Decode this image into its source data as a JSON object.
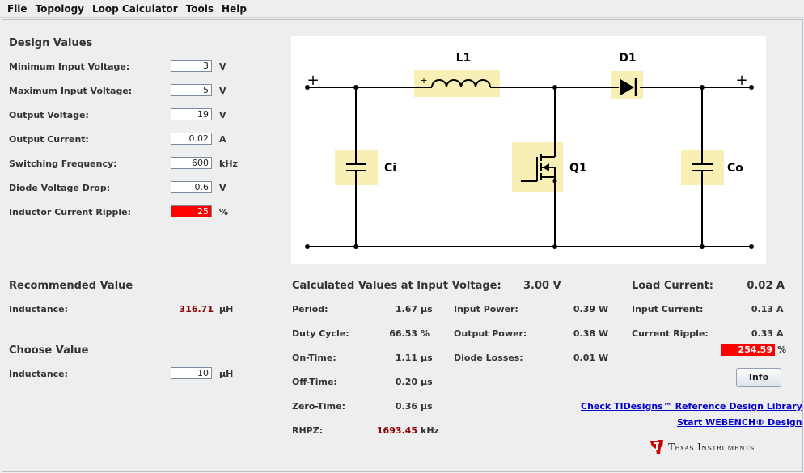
{
  "menu": [
    "File",
    "Topology",
    "Loop Calculator",
    "Tools",
    "Help"
  ],
  "design": {
    "title": "Design Values",
    "rows": [
      {
        "label": "Minimum Input Voltage:",
        "value": "3",
        "unit": "V",
        "error": false
      },
      {
        "label": "Maximum Input Voltage:",
        "value": "5",
        "unit": "V",
        "error": false
      },
      {
        "label": "Output Voltage:",
        "value": "19",
        "unit": "V",
        "error": false
      },
      {
        "label": "Output Current:",
        "value": "0.02",
        "unit": "A",
        "error": false
      },
      {
        "label": "Switching Frequency:",
        "value": "600",
        "unit": "kHz",
        "error": false
      },
      {
        "label": "Diode Voltage Drop:",
        "value": "0.6",
        "unit": "V",
        "error": false
      },
      {
        "label": "Inductor Current Ripple:",
        "value": "25",
        "unit": "%",
        "error": true
      }
    ]
  },
  "recommended": {
    "title": "Recommended Value",
    "label": "Inductance:",
    "value": "316.71",
    "unit": "µH"
  },
  "choose": {
    "title": "Choose Value",
    "label": "Inductance:",
    "value": "10",
    "unit": "µH"
  },
  "schematic": {
    "l1": "L1",
    "d1": "D1",
    "ci": "Ci",
    "q1": "Q1",
    "co": "Co",
    "plus": "+",
    "l1_plus": "+"
  },
  "calc": {
    "title": "Calculated Values at Input Voltage:",
    "input_voltage": "3.00 V",
    "col1": [
      {
        "label": "Period:",
        "value": "1.67",
        "unit": "µs",
        "red": false
      },
      {
        "label": "Duty Cycle:",
        "value": "66.53",
        "unit": "%",
        "red": false
      },
      {
        "label": "On-Time:",
        "value": "1.11",
        "unit": "µs",
        "red": false
      },
      {
        "label": "Off-Time:",
        "value": "0.20",
        "unit": "µs",
        "red": false
      },
      {
        "label": "Zero-Time:",
        "value": "0.36",
        "unit": "µs",
        "red": false
      },
      {
        "label": "RHPZ:",
        "value": "1693.45",
        "unit": "kHz",
        "red": true
      }
    ],
    "col2": [
      {
        "label": "Input Power:",
        "value": "0.39",
        "unit": "W"
      },
      {
        "label": "Output Power:",
        "value": "0.38",
        "unit": "W"
      },
      {
        "label": "Diode Losses:",
        "value": "0.01",
        "unit": "W"
      }
    ]
  },
  "load": {
    "title": "Load Current:",
    "value": "0.02 A",
    "rows": [
      {
        "label": "Input Current:",
        "value": "0.13",
        "unit": "A"
      },
      {
        "label": "Current Ripple:",
        "value": "0.33",
        "unit": "A"
      }
    ],
    "ripple_pct": "254.59",
    "ripple_unit": "%"
  },
  "info_button": "Info",
  "links": {
    "tidesigns": "Check TIDesigns™ Reference Design Library",
    "webench": "Start WEBENCH® Design"
  },
  "brand": "Texas Instruments",
  "colors": {
    "error": "#ff0000",
    "highlight": "#f8efb4",
    "link": "#0000cc",
    "red_value": "#8b0000"
  }
}
